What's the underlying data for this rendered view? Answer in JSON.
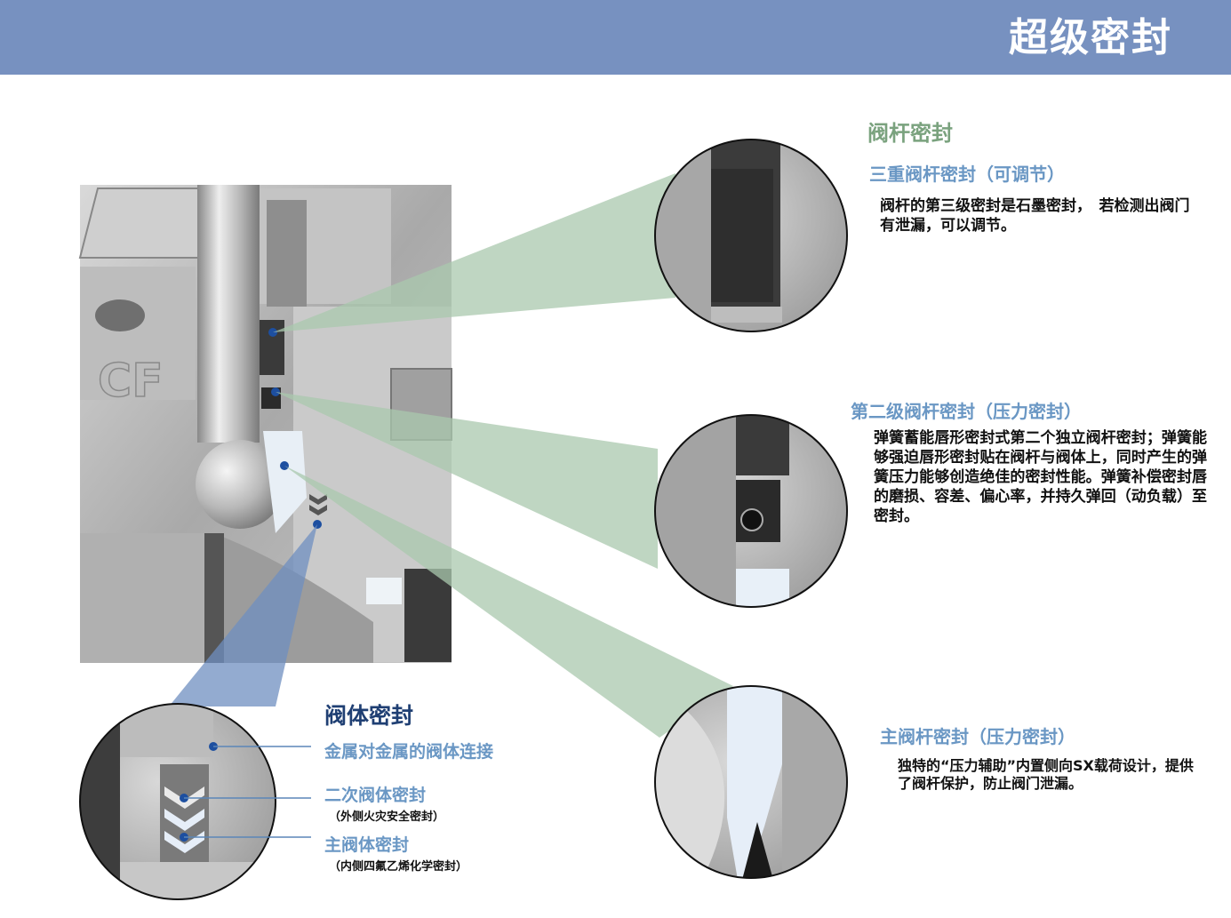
{
  "header": {
    "title": "超级密封"
  },
  "stem_seal": {
    "heading": "阀杆密封",
    "triple": {
      "title": "三重阀杆密封（可调节）",
      "body": "阀杆的第三级密封是石墨密封，　若检测出阀门有泄漏，可以调节。"
    },
    "secondary": {
      "title": "第二级阀杆密封（压力密封）",
      "body": "弹簧蓄能唇形密封式第二个独立阀杆密封；弹簧能够强迫唇形密封贴在阀杆与阀体上，同时产生的弹簧压力能够创造绝佳的密封性能。弹簧补偿密封唇的磨损、容差、偏心率，并持久弹回（动负载）至密封。"
    },
    "primary": {
      "title": "主阀杆密封（压力密封）",
      "body": "独特的“压力辅助”内置侧向SX载荷设计，提供了阀杆保护，防止阀门泄漏。"
    }
  },
  "body_seal": {
    "heading": "阀体密封",
    "metal": "金属对金属的阀体连接",
    "secondary": {
      "title": "二次阀体密封",
      "note": "（外侧火灾安全密封）"
    },
    "primary": {
      "title": "主阀体密封",
      "note": "（内侧四氟乙烯化学密封）"
    }
  },
  "photo": {
    "stamp": "CF"
  },
  "colors": {
    "header": "#7791c0",
    "callout_green": "#a9c8ad",
    "callout_blue": "#6f8fc0",
    "heading_dark": "#1f3f73",
    "label_blue": "#6a97c4"
  }
}
